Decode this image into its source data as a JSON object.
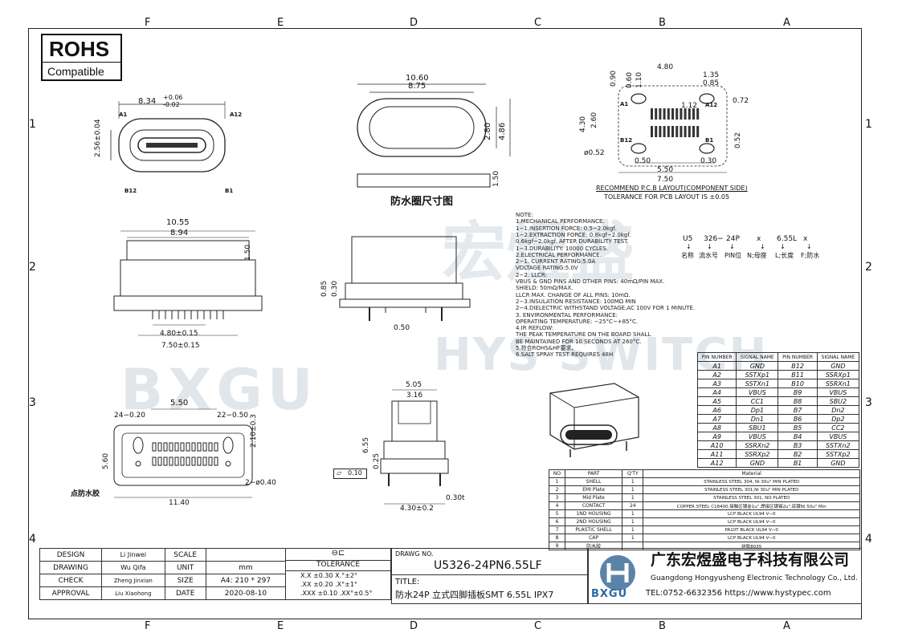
{
  "frame": {
    "zones_top": [
      "F",
      "E",
      "D",
      "C",
      "B",
      "A"
    ],
    "zones_bottom": [
      "F",
      "E",
      "D",
      "C",
      "B",
      "A"
    ],
    "zones_left": [
      "1",
      "2",
      "3",
      "4"
    ],
    "zones_right": [
      "1",
      "2",
      "3",
      "4"
    ]
  },
  "rohs": {
    "title": "ROHS",
    "subtitle": "Compatible"
  },
  "watermark": {
    "cn": "宏煜盛",
    "en": "HYS SWITCH",
    "logo": "BXGU"
  },
  "top_view": {
    "width": "8.34",
    "tol_plus": "+0.06",
    "tol_minus": "-0.02",
    "height": "2.56±0.04",
    "pins": [
      "A1",
      "A12",
      "B12",
      "B1"
    ]
  },
  "seal_view": {
    "outer_w": "10.60",
    "inner_w": "8.75",
    "inner_h": "2.80",
    "outer_h": "4.86",
    "thickness": "1.50",
    "caption": "防水圈尺寸图"
  },
  "pcb_layout": {
    "d1": "4.80",
    "d2": "1.35",
    "d3": "0.85",
    "d4": "0.72",
    "d5": "1.12",
    "d6": "0.60",
    "d7": "1.10",
    "d8": "0.90",
    "d9": "4.30",
    "d10": "2.60",
    "d11": "0.52",
    "d12": "0.50",
    "d13": "0.30",
    "d14": "7.50",
    "d15": "5.50",
    "d16": "0.52",
    "hole": "0.52",
    "pins": [
      "A1",
      "A12",
      "B12",
      "B1"
    ],
    "caption1": "RECOMMEND P.C.B LAYOUT(COMPONENT SIDE)",
    "caption2": "TOLERANCE FOR PCB LAYOUT IS ±0.05"
  },
  "front_view": {
    "w1": "10.55",
    "w2": "8.94",
    "h": "1.50",
    "pitch": "4.80±0.15",
    "span": "7.50±0.15"
  },
  "side_view": {
    "h1": "0.85",
    "h2": "0.30",
    "p": "0.50"
  },
  "bottom_view": {
    "w1": "5.50",
    "l1": "24−0.20",
    "l2": "22−0.50",
    "h1": "5.60",
    "h2": "2.10±0.3",
    "hole": "2−ø0.40",
    "len": "11.40",
    "label": "点防水胶"
  },
  "end_view": {
    "w1": "5.05",
    "w2": "3.16",
    "h": "6.55",
    "h2": "0.25",
    "flat": "0.10",
    "b": "4.30±0.2",
    "t": "0.30t"
  },
  "notes": [
    "NOTE:",
    "1.MECHANICAL PERFORMANCE.",
    "   1−1.INSERTION FORCE: 0.5~2.0kgf.",
    "   1−2.EXTRACTION FORCE: 0.8kgf~2.0kgf.",
    "        0.6kgf~2.0kgf. AFTER DURABILITY TEST.",
    "   1−3.DURABILITY: 10000 CYCLES.",
    "2.ELECTRICAL PERFORMANCE.",
    "   2−1. CURRENT RATING:5.0A",
    "          VOLTAGE RATING:5.0V",
    "   2−2. LLCR:",
    "          VBUS & GND PINS AND OTHER PINS: 40mΩ/PIN MAX.",
    "          SHIELD: 50mΩ/MAX.",
    "          LLCR MAX. CHANGE OF ALL PINS: 10mΩ.",
    "   2−3.INSULATION RESISTANCE: 100MΩ   MIN",
    "   2−4.DIELECTRIC WITHSTAND VOLTAGE,AC 100V FOR 1 MINUTE.",
    "3. ENVIRONMENTAL PERFORMANCE:",
    "   OPERATING TEMPERATURE: −25°C~+85°C.",
    "4.IR REFLOW:",
    "   THE PEAK TEMPERATURE ON THE BOARD SHALL",
    "   BE MAINTAINED FOR 10 SECONDS AT 260°C.",
    "5.符合ROHS&HF要求。",
    "6.SALT SPRAY TEST REQUIRES 48H"
  ],
  "part_code": {
    "parts": [
      "U5",
      "326−",
      "24P",
      "x",
      "6.55L",
      "x"
    ],
    "desc": [
      "名称",
      "流水号",
      "PIN位",
      "N;母座",
      "L;长度",
      "F;防水"
    ]
  },
  "pin_table": {
    "headers": [
      "PIN NUMBER",
      "SIGNAL NAME",
      "PIN NUMBER",
      "SIGNAL NAME"
    ],
    "rows": [
      [
        "A1",
        "GND",
        "B12",
        "GND"
      ],
      [
        "A2",
        "SSTXp1",
        "B11",
        "SSRXp1"
      ],
      [
        "A3",
        "SSTXn1",
        "B10",
        "SSRXn1"
      ],
      [
        "A4",
        "VBUS",
        "B9",
        "VBUS"
      ],
      [
        "A5",
        "CC1",
        "B8",
        "SBU2"
      ],
      [
        "A6",
        "Dp1",
        "B7",
        "Dn2"
      ],
      [
        "A7",
        "Dn1",
        "B6",
        "Dp2"
      ],
      [
        "A8",
        "SBU1",
        "B5",
        "CC2"
      ],
      [
        "A9",
        "VBUS",
        "B4",
        "VBUS"
      ],
      [
        "A10",
        "SSRXn2",
        "B3",
        "SSTXn2"
      ],
      [
        "A11",
        "SSRXp2",
        "B2",
        "SSTXp2"
      ],
      [
        "A12",
        "GND",
        "B1",
        "GND"
      ]
    ]
  },
  "bom": {
    "headers": [
      "NO",
      "PART",
      "Q'TY",
      "Material"
    ],
    "rows": [
      [
        "1",
        "SHELL",
        "1",
        "STAINLESS STEEL 304, Ni 30u\" MIN PLATED"
      ],
      [
        "2",
        "EMI Plate",
        "1",
        "STAINLESS STEEL 301,Ni 30u\" MIN PLATED"
      ],
      [
        "3",
        "Mid Plate",
        "1",
        "STAINLESS STEEL 301, NO PLATED"
      ],
      [
        "4",
        "CONTACT",
        "24",
        "COPPER STEEL C18400,接触区镀金1u\",焊接区镀锡2u\",底镀Ni 50u\" Min"
      ],
      [
        "5",
        "1ND HOUSING",
        "1",
        "LCP BLACK UL94 V−0"
      ],
      [
        "6",
        "2ND HOUSING",
        "1",
        "LCP BLACK UL94 V−0"
      ],
      [
        "7",
        "PLASTIC SHELL",
        "1",
        "PA10T BLACK UL94 V−0"
      ],
      [
        "8",
        "CAP",
        "1",
        "LCP BLACK UL94 V−0"
      ],
      [
        "9",
        "防水胶",
        "",
        "硅胶8035"
      ]
    ]
  },
  "title_block": {
    "design_label": "DESIGN",
    "design_name": "Li Jinwei",
    "scale_label": "SCALE",
    "scale_value": "",
    "drawing_label": "DRAWING",
    "drawing_name": "Wu Qifa",
    "unit_label": "UNIT",
    "unit_value": "mm",
    "check_label": "CHECK",
    "check_name": "Zheng Jinxian",
    "size_label": "SIZE",
    "size_value": "A4: 210 * 297",
    "approval_label": "APPROVAL",
    "approval_name": "Liu Xiaohong",
    "date_label": "DATE",
    "date_value": "2020-08-10",
    "tolerance_label": "TOLERANCE",
    "tol_rows": [
      [
        "X.X",
        "±0.30",
        "X.°",
        "±2°"
      ],
      [
        ".XX",
        "±0.20",
        ".X°",
        "±1°"
      ],
      [
        ".XXX",
        "±0.10",
        ".XX°",
        "±0.5°"
      ]
    ],
    "drawing_no_label": "DRAWG NO.",
    "drawing_no": "U5326-24PN6.55LF",
    "title_label": "TITLE:",
    "title": "防水24P 立式四脚插板SMT 6.55L IPX7",
    "company_cn": "广东宏煜盛电子科技有限公司",
    "company_en": "Guangdong Hongyusheng Electronic Technology Co., Ltd.",
    "contact": "TEL:0752-6632356  https://www.hystypec.com",
    "logo_text": "BXGU"
  }
}
